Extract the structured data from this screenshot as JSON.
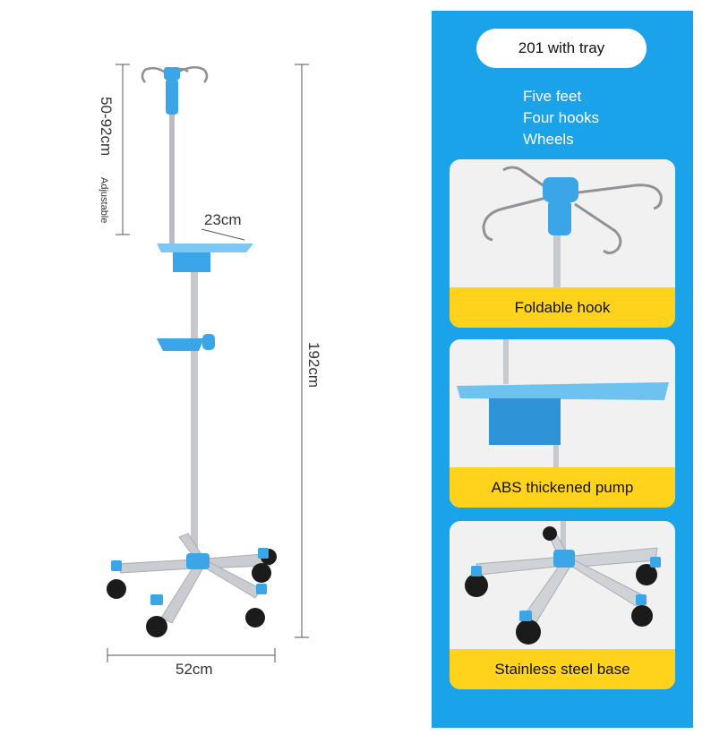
{
  "product": {
    "model_label": "201 with tray",
    "features": [
      "Five feet",
      "Four hooks",
      "Wheels"
    ],
    "cards": [
      {
        "caption": "Foldable hook",
        "icon": "hook-head-icon"
      },
      {
        "caption": "ABS thickened pump",
        "icon": "tray-icon"
      },
      {
        "caption": "Stainless steel base",
        "icon": "wheel-base-icon"
      }
    ]
  },
  "dimensions": {
    "adjust_range": "50-92cm",
    "adjust_note": "Adjustable",
    "tray_width": "23cm",
    "total_height": "192cm",
    "base_width": "52cm"
  },
  "colors": {
    "panel": "#1aa3e8",
    "caption_bar": "#ffd21c",
    "accent_blue": "#3aa6e8"
  }
}
